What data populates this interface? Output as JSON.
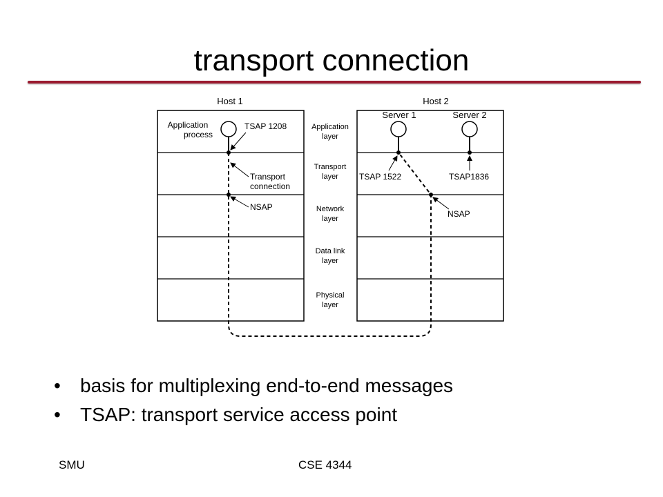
{
  "slide": {
    "title": "transport connection"
  },
  "diagram": {
    "host1_label": "Host 1",
    "host2_label": "Host 2",
    "application_process": [
      "Application",
      "process"
    ],
    "tsap_1208": "TSAP 1208",
    "transport_connection": [
      "Transport",
      "connection"
    ],
    "nsap_left": "NSAP",
    "server1": "Server 1",
    "server2": "Server 2",
    "tsap_1522": "TSAP 1522",
    "tsap_1836": "TSAP1836",
    "nsap_right": "NSAP",
    "layers": [
      {
        "line1": "Application",
        "line2": "layer"
      },
      {
        "line1": "Transport",
        "line2": "layer"
      },
      {
        "line1": "Network",
        "line2": "layer"
      },
      {
        "line1": "Data link",
        "line2": "layer"
      },
      {
        "line1": "Physical",
        "line2": "layer"
      }
    ]
  },
  "bullets": [
    "basis for multiplexing end-to-end messages",
    "TSAP: transport service access point"
  ],
  "footer": {
    "left": "SMU",
    "center": "CSE 4344"
  },
  "colors": {
    "title_rule": "#9b1b30"
  }
}
